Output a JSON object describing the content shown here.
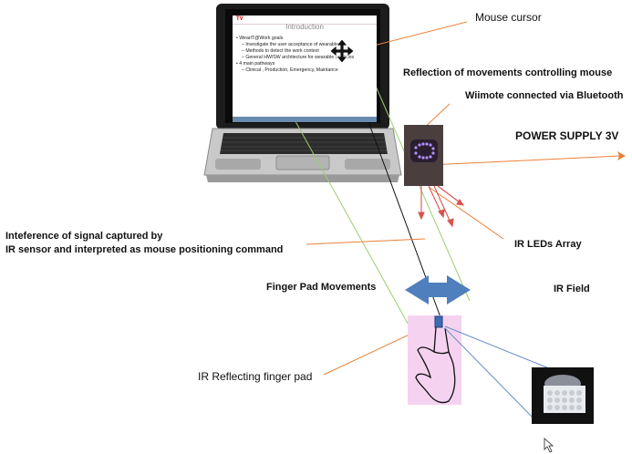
{
  "labels": {
    "mouse_cursor": "Mouse cursor",
    "reflection": "Reflection of movements  controlling mouse",
    "wiimote": "Wiimote connected via Bluetooth",
    "power": "POWER SUPPLY  3V",
    "interference_1": "Inteference  of signal captured by",
    "interference_2": "IR sensor and interpreted as mouse positioning  command",
    "ir_leds": "IR LEDs Array",
    "finger_pad_movements": "Finger Pad Movements",
    "ir_field": "IR Field",
    "ir_reflecting": "IR Reflecting finger pad"
  },
  "slide": {
    "logo": "TV",
    "title": "Introduction",
    "bullets": [
      {
        "text": "• WearIT@Work goals",
        "level": 0
      },
      {
        "text": "– Investigate the user acceptance of wearables",
        "level": 1
      },
      {
        "text": "– Methods to detect the work context",
        "level": 1
      },
      {
        "text": "– General HW/SW architecture for wearable solutions",
        "level": 1
      },
      {
        "text": "• 4 main pathways",
        "level": 0
      },
      {
        "text": "– Clinical , Production, Emergency, Maintance",
        "level": 1
      }
    ]
  },
  "colors": {
    "annotation_line": "#e8823a",
    "arrow_blue": "#4f7fbd",
    "ir_red": "#d9534f",
    "ir_green": "#9acd6e",
    "led_purple": "#9b6bff",
    "pad_pink": "#f5d3f0"
  }
}
